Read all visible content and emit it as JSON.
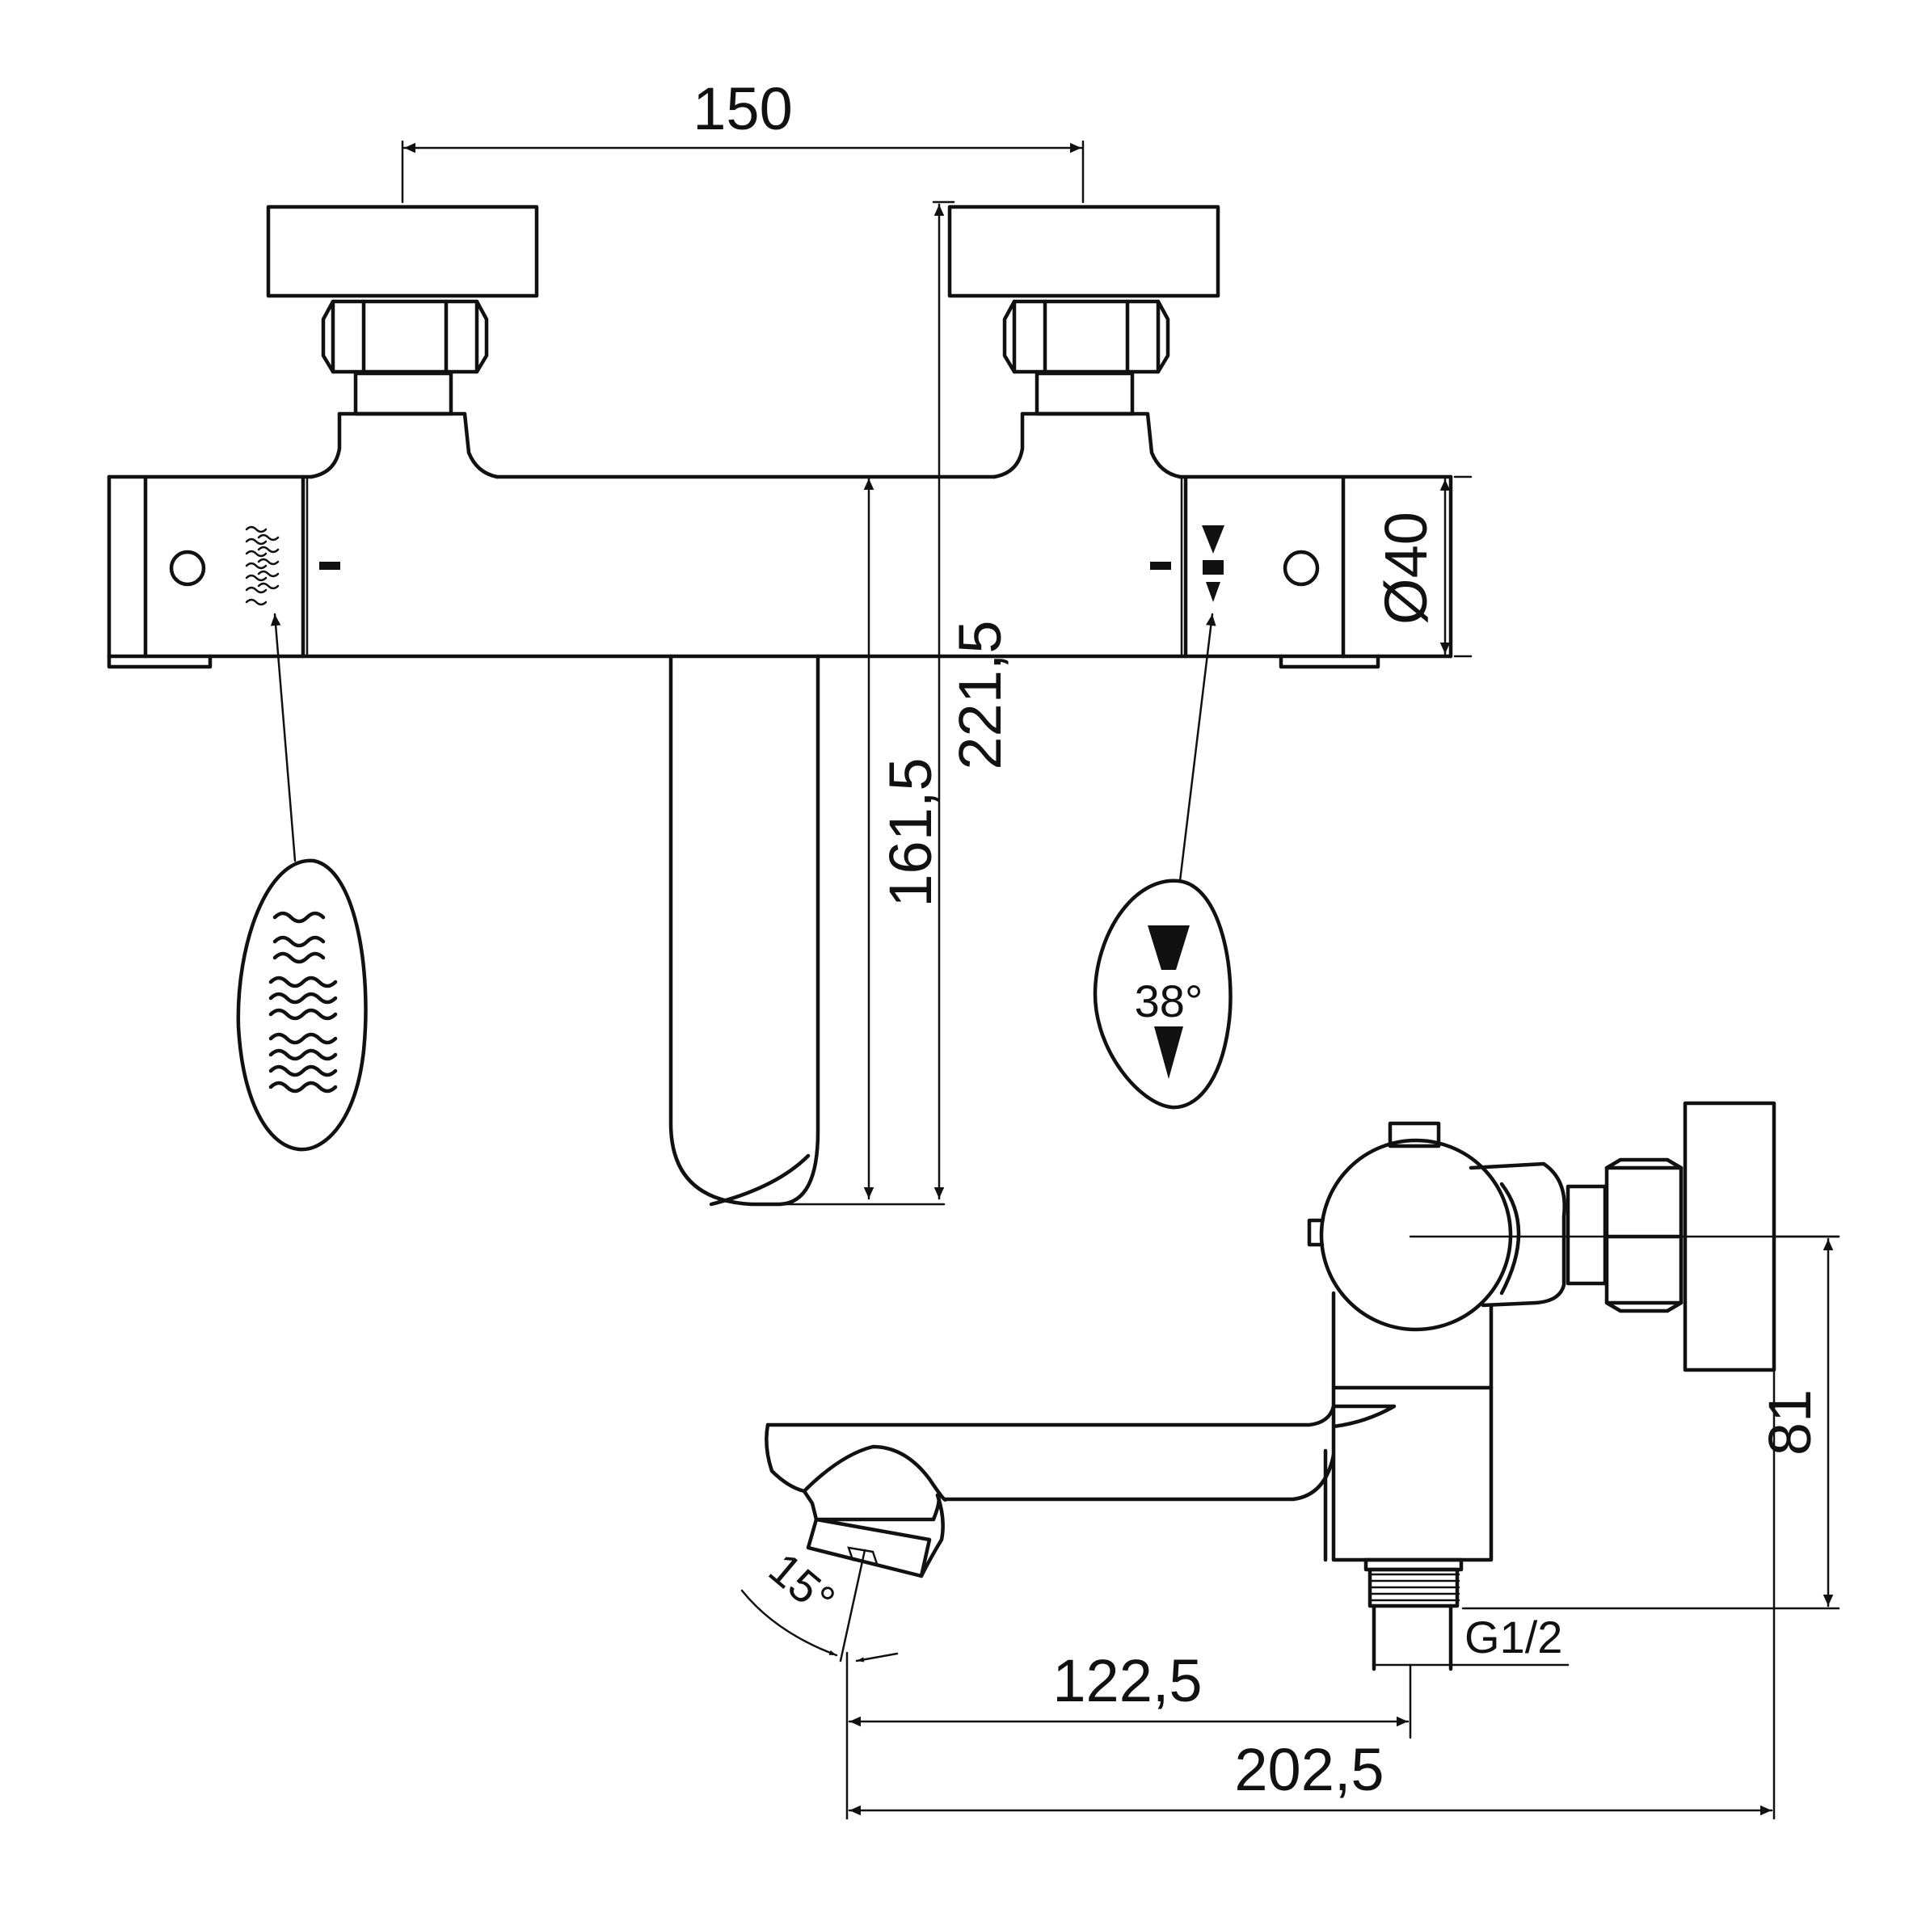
{
  "dimensions": {
    "centre_distance": "150",
    "spout_height": "161,5",
    "total_height": "221,5",
    "body_diameter": "Ø40",
    "spout_projection": "122,5",
    "total_projection": "202,5",
    "inlet_height": "81",
    "spout_angle": "15°",
    "thread": "G1/2"
  },
  "labels": {
    "temperature_setting": "38°"
  },
  "colors": {
    "line": "#111111",
    "background": "#ffffff"
  }
}
